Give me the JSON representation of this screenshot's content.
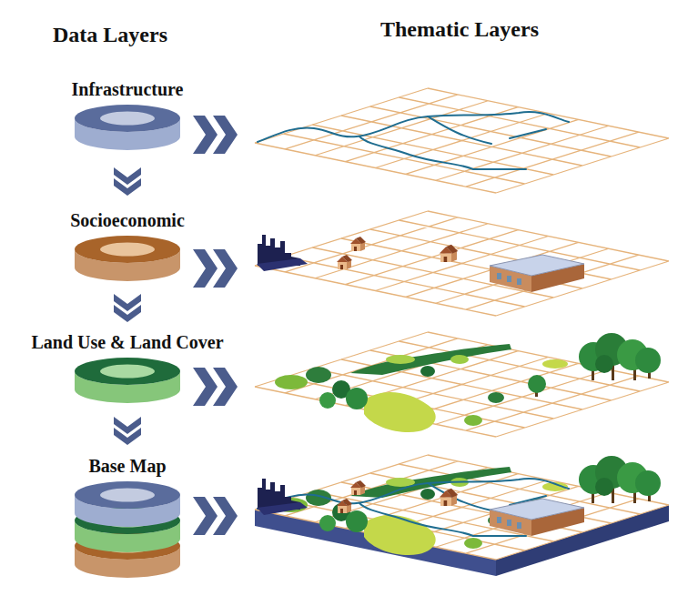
{
  "diagram": {
    "nodes": [
      {
        "text": [
          "Infrastructure"
        ]
      },
      {
        "text": [
          "Socioeconomic"
        ]
      },
      {
        "text": [
          "Land Use & Land Cover"
        ]
      },
      {
        "text": [
          "Base Map"
        ]
      }
    ],
    "edges": [
      {
        "from": 0,
        "to": 1,
        "arrow": "to"
      },
      {
        "from": 1,
        "to": 2,
        "arrow": "to"
      },
      {
        "from": 2,
        "to": 3,
        "arrow": "to"
      }
    ],
    "labels": [
      "Data Layers",
      "Thematic Layers"
    ]
  }
}
